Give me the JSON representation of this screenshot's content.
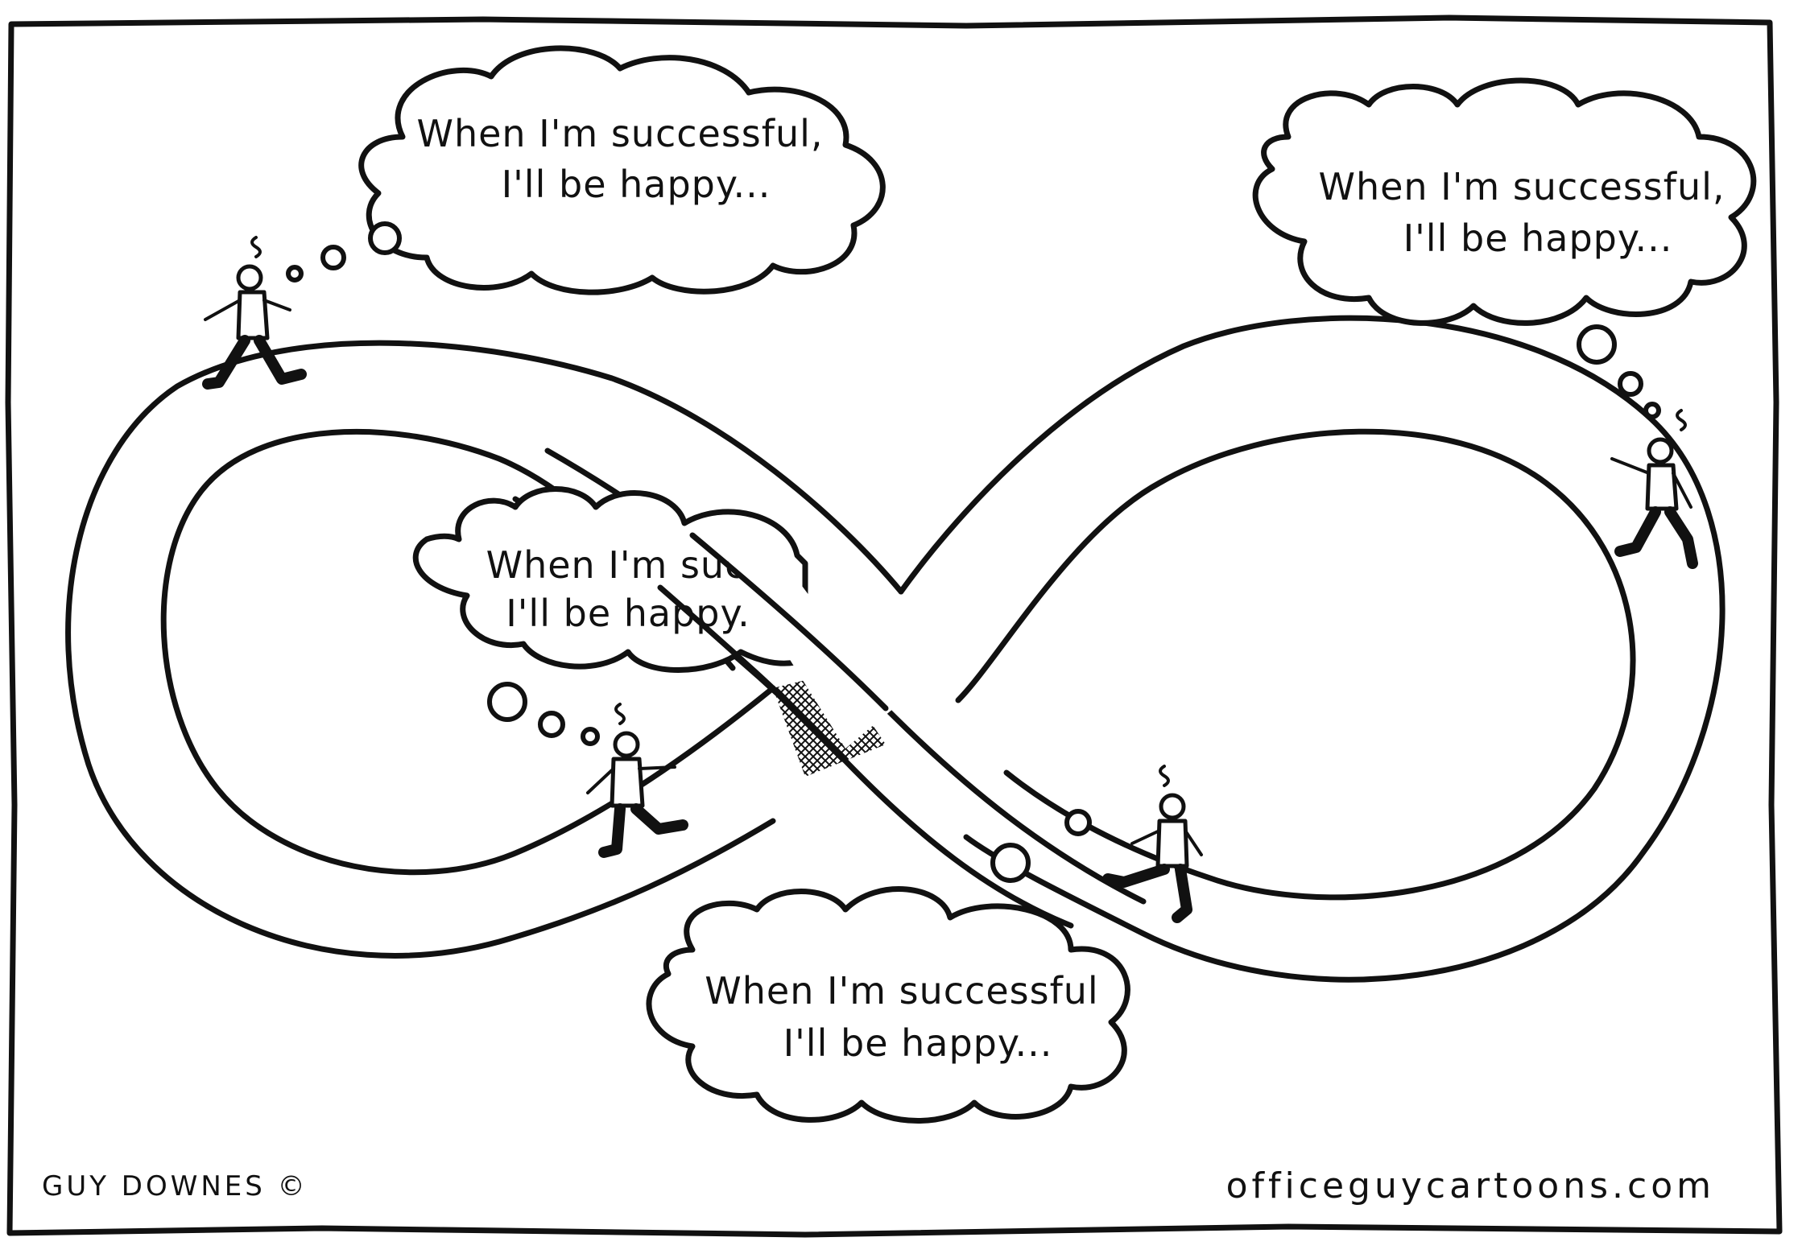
{
  "cartoon": {
    "thoughts": [
      {
        "line1": "When I'm successful,",
        "line2": "I'll be happy..."
      },
      {
        "line1": "When I'm successful,",
        "line2": "I'll be happy..."
      },
      {
        "line1": "When I'm suc",
        "line2": "I'll be happy."
      },
      {
        "line1": "When I'm successful",
        "line2": "I'll be happy..."
      }
    ],
    "signature": "GUY DOWNES ©",
    "website": "officeguycartoons.com"
  }
}
